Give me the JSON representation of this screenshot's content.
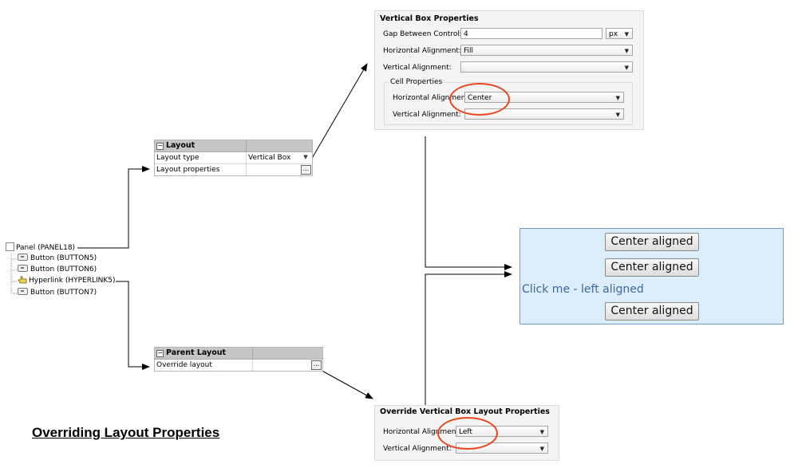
{
  "tree": {
    "root": "Panel (PANEL18)",
    "children": [
      {
        "label": "Button (BUTTON5)",
        "icon": "button-icon"
      },
      {
        "label": "Button (BUTTON6)",
        "icon": "button-icon"
      },
      {
        "label": "Hyperlink (HYPERLINK5)",
        "icon": "hand-icon"
      },
      {
        "label": "Button (BUTTON7)",
        "icon": "button-icon"
      }
    ]
  },
  "layout_grid": {
    "title": "Layout",
    "rows": [
      {
        "label": "Layout type",
        "value": "Vertical Box"
      },
      {
        "label": "Layout properties",
        "value": ""
      }
    ],
    "ellipsis": "..."
  },
  "parent_layout_grid": {
    "title": "Parent Layout",
    "rows": [
      {
        "label": "Override layout",
        "value": ""
      }
    ],
    "ellipsis": "..."
  },
  "vbox_dialog": {
    "title": "Vertical Box Properties",
    "gap_label": "Gap Between Controls:",
    "gap_value": "4",
    "gap_unit": "px",
    "h_align_label": "Horizontal Alignment:",
    "h_align_value": "Fill",
    "v_align_label": "Vertical Alignment:",
    "v_align_value": "",
    "cell_group": "Cell Properties",
    "cell_h_label": "Horizontal Alignment:",
    "cell_h_value": "Center",
    "cell_v_label": "Vertical Alignment:",
    "cell_v_value": ""
  },
  "override_dialog": {
    "title": "Override Vertical Box Layout Properties",
    "h_label": "Horizontal Alignment:",
    "h_value": "Left",
    "v_label": "Vertical Alignment:",
    "v_value": ""
  },
  "preview": {
    "button1": "Center aligned",
    "button2": "Center aligned",
    "link": "Click me - left aligned",
    "button3": "Center aligned"
  },
  "caption": "Overriding Layout Properties",
  "colors": {
    "highlight_ellipse": "#e8461d",
    "preview_bg": "#dcedfb",
    "preview_border": "#6d9ed3",
    "link": "#3a6aa0"
  }
}
